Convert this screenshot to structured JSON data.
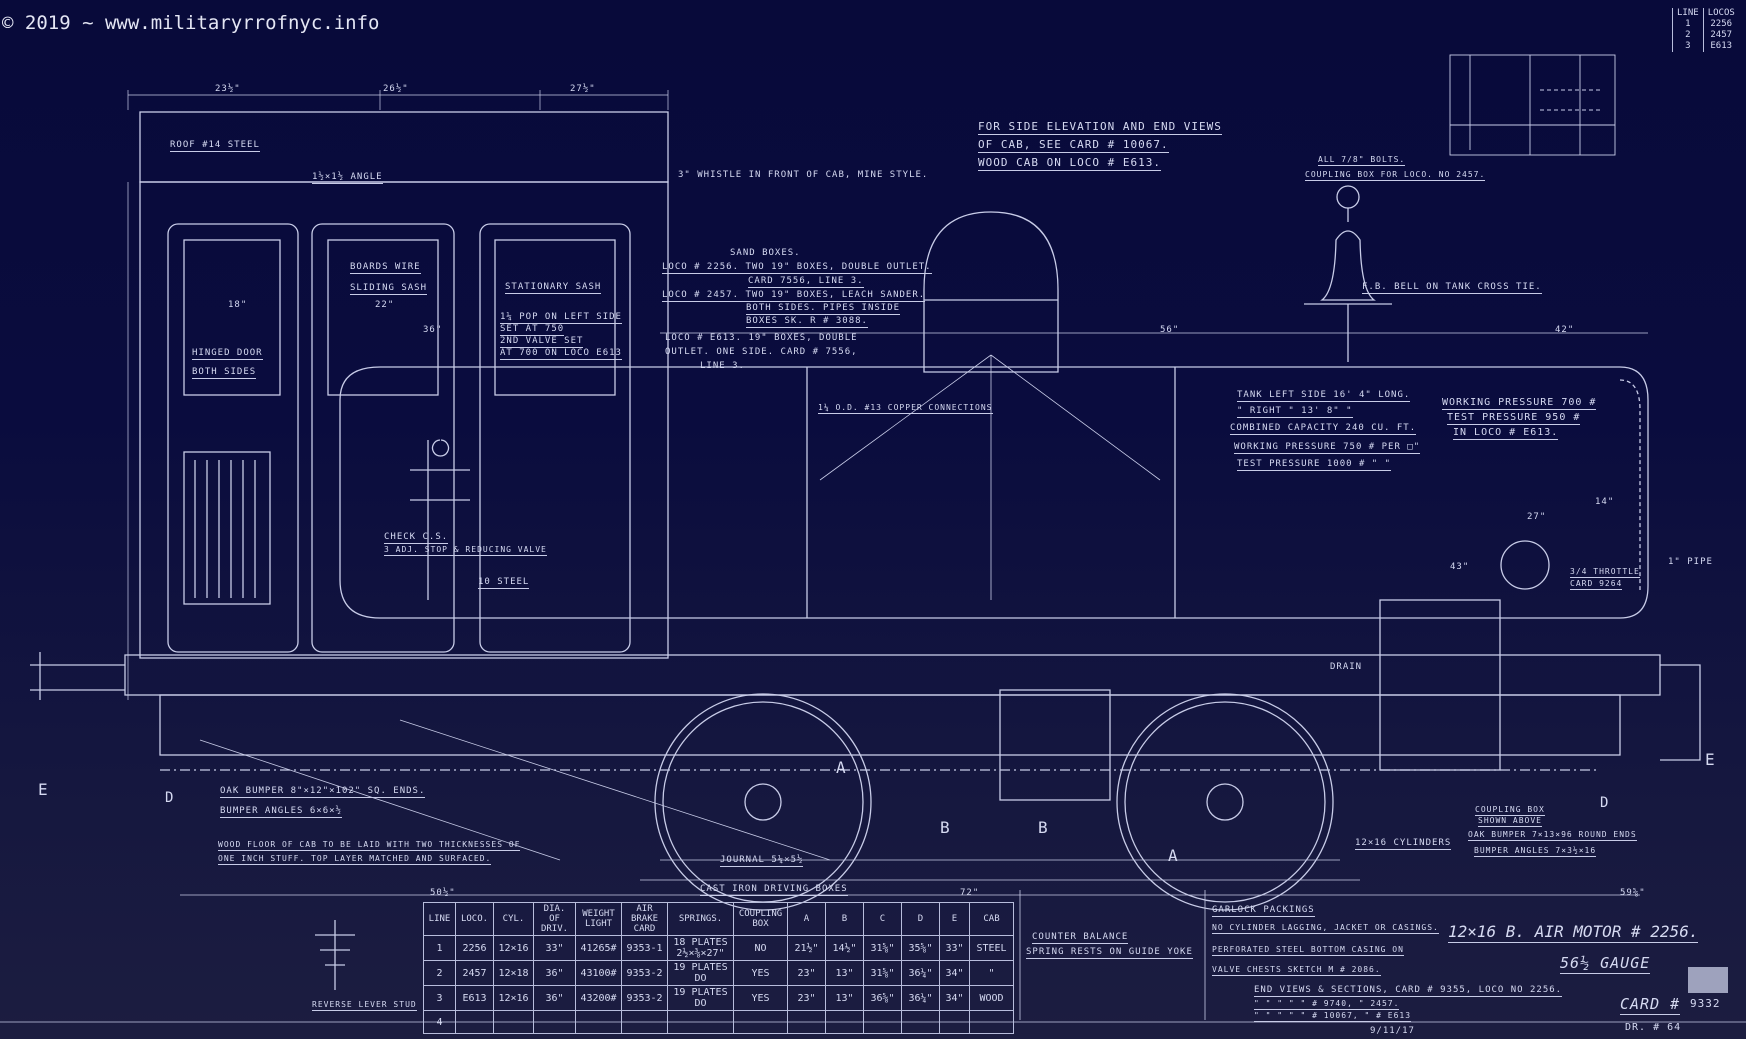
{
  "watermark": "© 2019 ~ www.militaryrrofnyc.info",
  "colors": {
    "background": "#0a0c3e",
    "lines": "#c8cce8"
  },
  "legend_table": {
    "headers": [
      "LINE",
      "LOCOS"
    ],
    "rows": [
      [
        "1",
        "2256"
      ],
      [
        "2",
        "2457"
      ],
      [
        "3",
        "E613"
      ]
    ]
  },
  "notes": {
    "cab_ref": [
      "FOR SIDE ELEVATION AND END VIEWS",
      "OF CAB, SEE CARD # 10067.",
      "WOOD CAB ON LOCO # E613."
    ],
    "coupling": [
      "ALL 7/8\" BOLTS.",
      "COUPLING BOX FOR LOCO. NO 2457."
    ],
    "whistle": "3\" WHISTLE IN FRONT OF CAB, MINE STYLE.",
    "roof": "ROOF #14 STEEL",
    "angle": "1½×1½ ANGLE",
    "boards": [
      "BOARDS WIRE",
      "SLIDING SASH"
    ],
    "stationary": "STATIONARY SASH",
    "hinged": [
      "HINGED DOOR",
      "BOTH SIDES"
    ],
    "popvalve": [
      "1¼ POP ON LEFT SIDE",
      "SET AT 750",
      "2ND VALVE SET",
      "AT 700 ON LOCO E613"
    ],
    "sand": [
      "SAND BOXES.",
      "LOCO # 2256. TWO 19\" BOXES, DOUBLE OUTLET.",
      "CARD 7556, LINE 3.",
      "LOCO # 2457. TWO 19\" BOXES, LEACH SANDER.",
      "BOTH SIDES. PIPES INSIDE",
      "BOXES SK. R # 3088.",
      "LOCO # E613. 19\" BOXES, DOUBLE",
      "OUTLET. ONE SIDE. CARD # 7556,",
      "LINE 3."
    ],
    "bell": "F.B. BELL ON TANK CROSS TIE.",
    "tank": [
      "TANK LEFT SIDE 16' 4\" LONG.",
      "\" RIGHT \" 13' 8\" \"",
      "COMBINED CAPACITY 240 CU. FT.",
      "WORKING PRESSURE 750 # PER □\"",
      "TEST PRESSURE 1000 # \" \""
    ],
    "pressure_e613": [
      "WORKING PRESSURE 700 #",
      "TEST PRESSURE 950 #",
      "IN LOCO # E613."
    ],
    "copper": "1¼ O.D. #13 COPPER CONNECTIONS",
    "check": [
      "CHECK C.S.",
      "3 ADJ. STOP & REDUCING VALVE"
    ],
    "steel": "10 STEEL",
    "bumper": [
      "OAK BUMPER 8\"×12\"×102\" SQ. ENDS.",
      "BUMPER ANGLES 6×6×½"
    ],
    "floor": [
      "WOOD FLOOR OF CAB TO BE LAID WITH TWO THICKNESSES OF",
      "ONE INCH STUFF. TOP LAYER MATCHED AND SURFACED."
    ],
    "boxes": "CAST IRON DRIVING BOXES",
    "journal": "JOURNAL 5¼×5½",
    "reverse": "REVERSE LEVER STUD",
    "front_bumper": [
      "OAK BUMPER 7×13×96 ROUND ENDS",
      "BUMPER ANGLES 7×3½×16"
    ],
    "coupling_box": [
      "COUPLING BOX",
      "SHOWN ABOVE"
    ],
    "cylinders": "12×16 CYLINDERS",
    "throttle": [
      "3/4 THROTTLE",
      "CARD 9264"
    ],
    "counter": [
      "COUNTER BALANCE",
      "SPRING RESTS ON GUIDE YOKE"
    ],
    "garlock": [
      "GARLOCK PACKINGS",
      "NO CYLINDER LAGGING, JACKET OR CASINGS.",
      "PERFORATED STEEL BOTTOM CASING ON",
      "VALVE CHESTS SKETCH M # 2086."
    ],
    "end_views": [
      "END VIEWS & SECTIONS, CARD # 9355, LOCO NO 2256.",
      "\" \" \" \" \" # 9740, \" 2457.",
      "\" \" \" \" \" # 10067, \" # E613"
    ],
    "date": "9/11/17",
    "drain": "DRAIN",
    "pipe": "1\" PIPE"
  },
  "spec_table": {
    "headers": [
      "LINE",
      "LOCO.",
      "CYL.",
      "DIA. OF DRIV.",
      "WEIGHT LIGHT",
      "AIR BRAKE CARD",
      "SPRINGS.",
      "COUPLING BOX",
      "A",
      "B",
      "C",
      "D",
      "E",
      "CAB"
    ],
    "rows": [
      [
        "1",
        "2256",
        "12×16",
        "33\"",
        "41265#",
        "9353-1",
        "18 PLATES 2½×⅜×27\"",
        "NO",
        "21½\"",
        "14½\"",
        "31⅝\"",
        "35⅝\"",
        "33\"",
        "STEEL"
      ],
      [
        "2",
        "2457",
        "12×18",
        "36\"",
        "43100#",
        "9353-2",
        "19 PLATES DO",
        "YES",
        "23\"",
        "13\"",
        "31⅝\"",
        "36¼\"",
        "34\"",
        "\""
      ],
      [
        "3",
        "E613",
        "12×16",
        "36\"",
        "43200#",
        "9353-2",
        "19 PLATES DO",
        "YES",
        "23\"",
        "13\"",
        "36⅝\"",
        "36¼\"",
        "34\"",
        "WOOD"
      ],
      [
        "4",
        "",
        "",
        "",
        "",
        "",
        "",
        "",
        "",
        "",
        "",
        "",
        "",
        ""
      ]
    ]
  },
  "title_block": {
    "title": "12×16 B. AIR MOTOR # 2256.",
    "gauge": "56½ GAUGE",
    "card_label": "CARD #",
    "card_no": "9332",
    "drawing": "DR. # 64"
  },
  "dimensions": [
    "23½\"",
    "26½\"",
    "27½\"",
    "56\"",
    "42\"",
    "50½\"",
    "72\"",
    "59⅝\"",
    "18\"",
    "22\"",
    "36\"",
    "27\"",
    "43\"",
    "14\""
  ],
  "section_marks": [
    "A",
    "A",
    "B",
    "B",
    "D",
    "D",
    "E",
    "E"
  ]
}
